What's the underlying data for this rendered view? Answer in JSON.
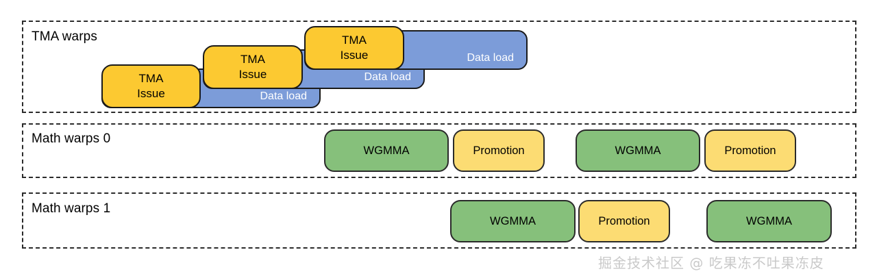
{
  "diagram": {
    "title": "GPU warp specialization pipeline timeline",
    "colors": {
      "tma_issue": "#fcc931",
      "data_load": "#7c9cd9",
      "wgmma": "#86c07b",
      "promotion": "#fcdc73",
      "lane_border": "#2b2b2b",
      "block_border": "#1c1c1c",
      "background": "#ffffff",
      "watermark": "#c9c9c9"
    },
    "lanes": [
      {
        "id": "tma-warps",
        "label": "TMA warps",
        "stages": [
          {
            "issue_line1": "TMA",
            "issue_line2": "Issue",
            "load_label": "Data load"
          },
          {
            "issue_line1": "TMA",
            "issue_line2": "Issue",
            "load_label": "Data load"
          },
          {
            "issue_line1": "TMA",
            "issue_line2": "Issue",
            "load_label": "Data load"
          }
        ]
      },
      {
        "id": "math-warps-0",
        "label": "Math warps 0",
        "blocks": [
          {
            "label": "WGMMA",
            "kind": "wgmma"
          },
          {
            "label": "Promotion",
            "kind": "promotion"
          },
          {
            "label": "WGMMA",
            "kind": "wgmma"
          },
          {
            "label": "Promotion",
            "kind": "promotion"
          }
        ]
      },
      {
        "id": "math-warps-1",
        "label": "Math warps 1",
        "blocks": [
          {
            "label": "WGMMA",
            "kind": "wgmma"
          },
          {
            "label": "Promotion",
            "kind": "promotion"
          },
          {
            "label": "WGMMA",
            "kind": "wgmma"
          }
        ]
      }
    ],
    "watermark": "掘金技术社区 @ 吃果冻不吐果冻皮"
  }
}
